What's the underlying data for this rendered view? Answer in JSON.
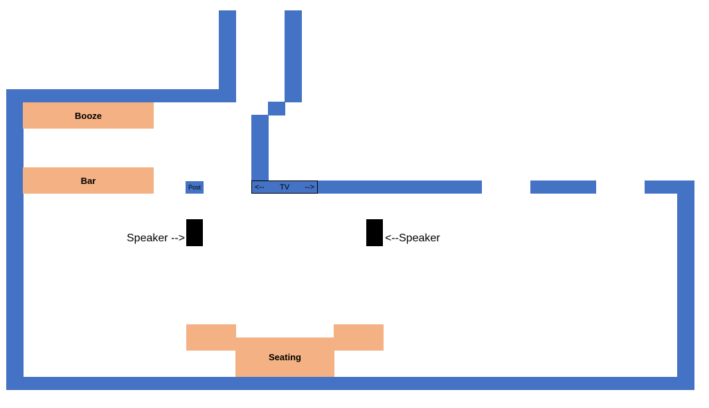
{
  "colors": {
    "wall": "#4472c4",
    "furniture": "#f4b183",
    "speaker": "#000000",
    "background": "#ffffff"
  },
  "labels": {
    "booze": "Booze",
    "bar": "Bar",
    "post": "Post",
    "seating": "Seating",
    "speaker_left": "Speaker -->",
    "speaker_right": "<--Speaker",
    "tv_left_arrow": "<--",
    "tv": "TV",
    "tv_right_arrow": "-->"
  }
}
